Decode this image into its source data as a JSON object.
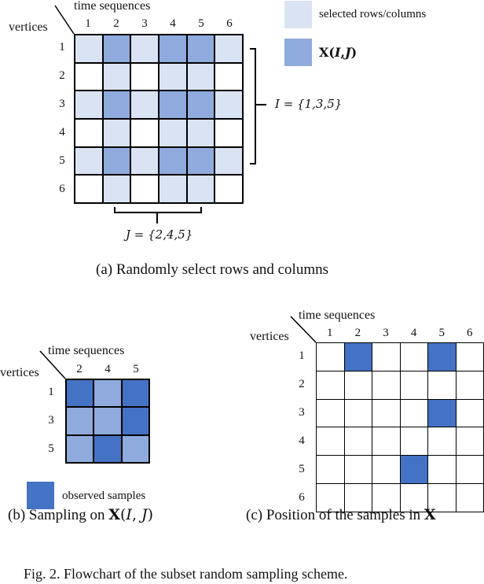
{
  "colors": {
    "selected_light": "#dae3f3",
    "subset_mid": "#8faadc",
    "observed_dark": "#4472c4",
    "empty": "#ffffff",
    "grid_line": "#000000"
  },
  "panel_a": {
    "col_axis_label": "time sequences",
    "row_axis_label": "vertices",
    "col_labels": [
      "1",
      "2",
      "3",
      "4",
      "5",
      "6"
    ],
    "row_labels": [
      "1",
      "2",
      "3",
      "4",
      "5",
      "6"
    ],
    "cells": [
      [
        "selected_light",
        "subset_mid",
        "selected_light",
        "subset_mid",
        "subset_mid",
        "selected_light"
      ],
      [
        "empty",
        "selected_light",
        "empty",
        "selected_light",
        "selected_light",
        "empty"
      ],
      [
        "selected_light",
        "subset_mid",
        "selected_light",
        "subset_mid",
        "subset_mid",
        "selected_light"
      ],
      [
        "empty",
        "selected_light",
        "empty",
        "selected_light",
        "selected_light",
        "empty"
      ],
      [
        "selected_light",
        "subset_mid",
        "selected_light",
        "subset_mid",
        "subset_mid",
        "selected_light"
      ],
      [
        "empty",
        "selected_light",
        "empty",
        "selected_light",
        "selected_light",
        "empty"
      ]
    ],
    "legend": [
      {
        "label": "selected rows/columns",
        "color_key": "selected_light"
      },
      {
        "label": "X(I,J)",
        "color_key": "subset_mid"
      }
    ],
    "row_set_label": "I = {1,3,5}",
    "col_set_label": "J = {2,4,5}",
    "caption": "(a)  Randomly select rows and columns"
  },
  "panel_b": {
    "col_axis_label": "time sequences",
    "row_axis_label": "vertices",
    "col_labels": [
      "2",
      "4",
      "5"
    ],
    "row_labels": [
      "1",
      "3",
      "5"
    ],
    "cells": [
      [
        "observed_dark",
        "subset_mid",
        "observed_dark"
      ],
      [
        "subset_mid",
        "subset_mid",
        "observed_dark"
      ],
      [
        "subset_mid",
        "observed_dark",
        "subset_mid"
      ]
    ],
    "legend": [
      {
        "label": "observed samples",
        "color_key": "observed_dark"
      }
    ],
    "caption_prefix": "(b)  Sampling on ",
    "caption_math": "X(I, J)"
  },
  "panel_c": {
    "col_axis_label": "time sequences",
    "row_axis_label": "vertices",
    "col_labels": [
      "1",
      "2",
      "3",
      "4",
      "5",
      "6"
    ],
    "row_labels": [
      "1",
      "2",
      "3",
      "4",
      "5",
      "6"
    ],
    "cells": [
      [
        "empty",
        "observed_dark",
        "empty",
        "empty",
        "observed_dark",
        "empty"
      ],
      [
        "empty",
        "empty",
        "empty",
        "empty",
        "empty",
        "empty"
      ],
      [
        "empty",
        "empty",
        "empty",
        "empty",
        "observed_dark",
        "empty"
      ],
      [
        "empty",
        "empty",
        "empty",
        "empty",
        "empty",
        "empty"
      ],
      [
        "empty",
        "empty",
        "empty",
        "observed_dark",
        "empty",
        "empty"
      ],
      [
        "empty",
        "empty",
        "empty",
        "empty",
        "empty",
        "empty"
      ]
    ],
    "caption_prefix": "(c)  Position of the samples in ",
    "caption_math": "X"
  },
  "figure_caption": "Fig. 2.  Flowchart of the subset random sampling scheme."
}
